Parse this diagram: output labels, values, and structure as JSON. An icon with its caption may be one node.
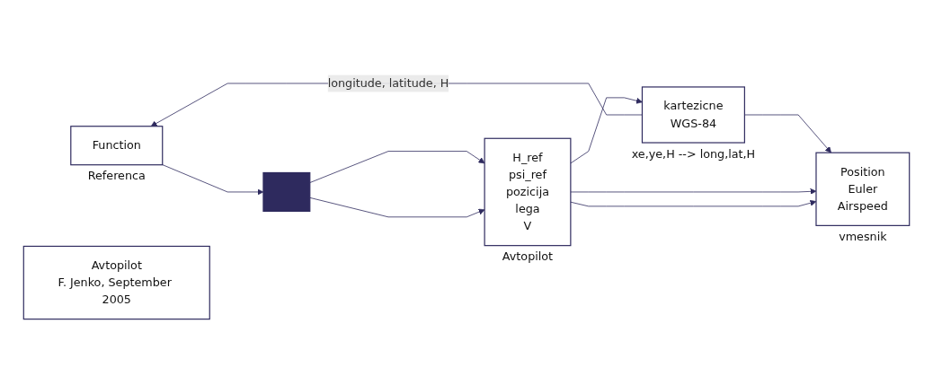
{
  "diagram": {
    "nodes": [
      {
        "text": [
          "Avtopilot",
          "F. Jenko, September 2005"
        ]
      },
      {
        "text": [
          "Function"
        ],
        "beside": [
          "Referenca"
        ]
      },
      {
        "text": [],
        "shape": "bar"
      },
      {
        "text": [
          "H_ref",
          "psi_ref",
          "pozicija",
          "lega",
          "V"
        ],
        "beside": [
          "Avtopilot"
        ]
      },
      {
        "text": [
          "kartezicne",
          "WGS-84"
        ],
        "beside": [
          "xe,ye,H --> long,lat,H"
        ]
      },
      {
        "text": [
          "Position",
          "Euler",
          "Airspeed"
        ],
        "beside": [
          "vmesnik"
        ]
      }
    ],
    "edges": [
      {
        "from": 1,
        "to": 2,
        "arrow": "to"
      },
      {
        "from": 2,
        "to": 3,
        "arrow": "to"
      },
      {
        "from": 2,
        "to": 3,
        "arrow": "to"
      },
      {
        "from": 3,
        "to": 4,
        "arrow": "to"
      },
      {
        "from": 4,
        "to": 5,
        "arrow": "to"
      },
      {
        "from": 3,
        "to": 5,
        "arrow": "to"
      },
      {
        "from": 3,
        "to": 5,
        "arrow": "to"
      },
      {
        "from": 4,
        "to": 1,
        "label": "longitude, latitude, H",
        "arrow": "to"
      }
    ]
  }
}
